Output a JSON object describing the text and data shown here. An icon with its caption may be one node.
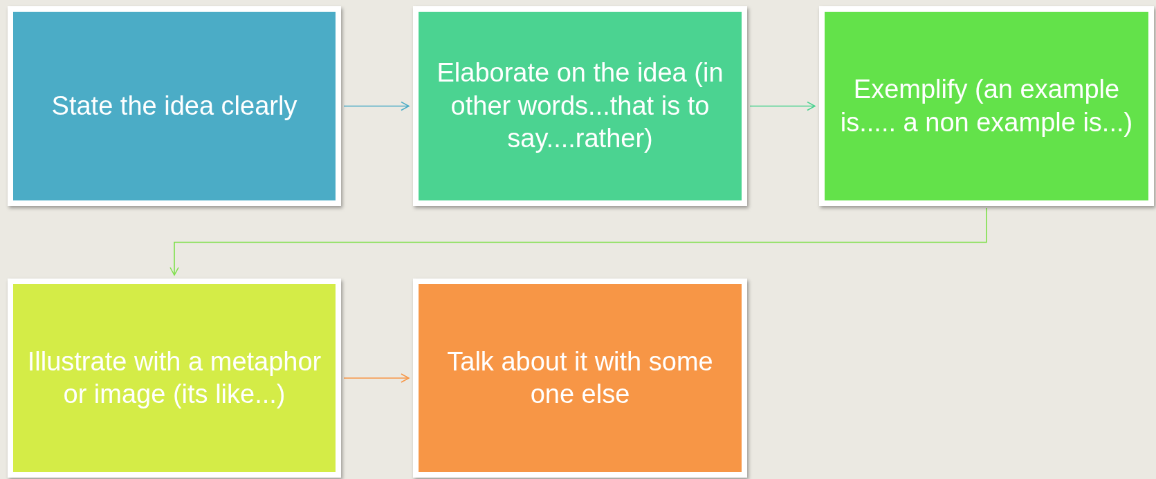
{
  "diagram": {
    "nodes": [
      {
        "text": [
          "State the idea clearly"
        ]
      },
      {
        "text": [
          "Elaborate on the idea (in other words...that is to say....rather)"
        ]
      },
      {
        "text": [
          "Exemplify (an example is..... a non example is...)"
        ]
      },
      {
        "text": [
          "Illustrate with a metaphor or image (its like...)"
        ]
      },
      {
        "text": [
          "Talk about it with some one else"
        ]
      }
    ],
    "edges": [
      {
        "from": 0,
        "to": 1,
        "arrow": "to",
        "color": "#4bacc6"
      },
      {
        "from": 1,
        "to": 2,
        "arrow": "to",
        "color": "#4bd391"
      },
      {
        "from": 2,
        "to": 3,
        "arrow": "to",
        "color": "#7ee04a"
      },
      {
        "from": 3,
        "to": 4,
        "arrow": "to",
        "color": "#f79646"
      }
    ]
  }
}
